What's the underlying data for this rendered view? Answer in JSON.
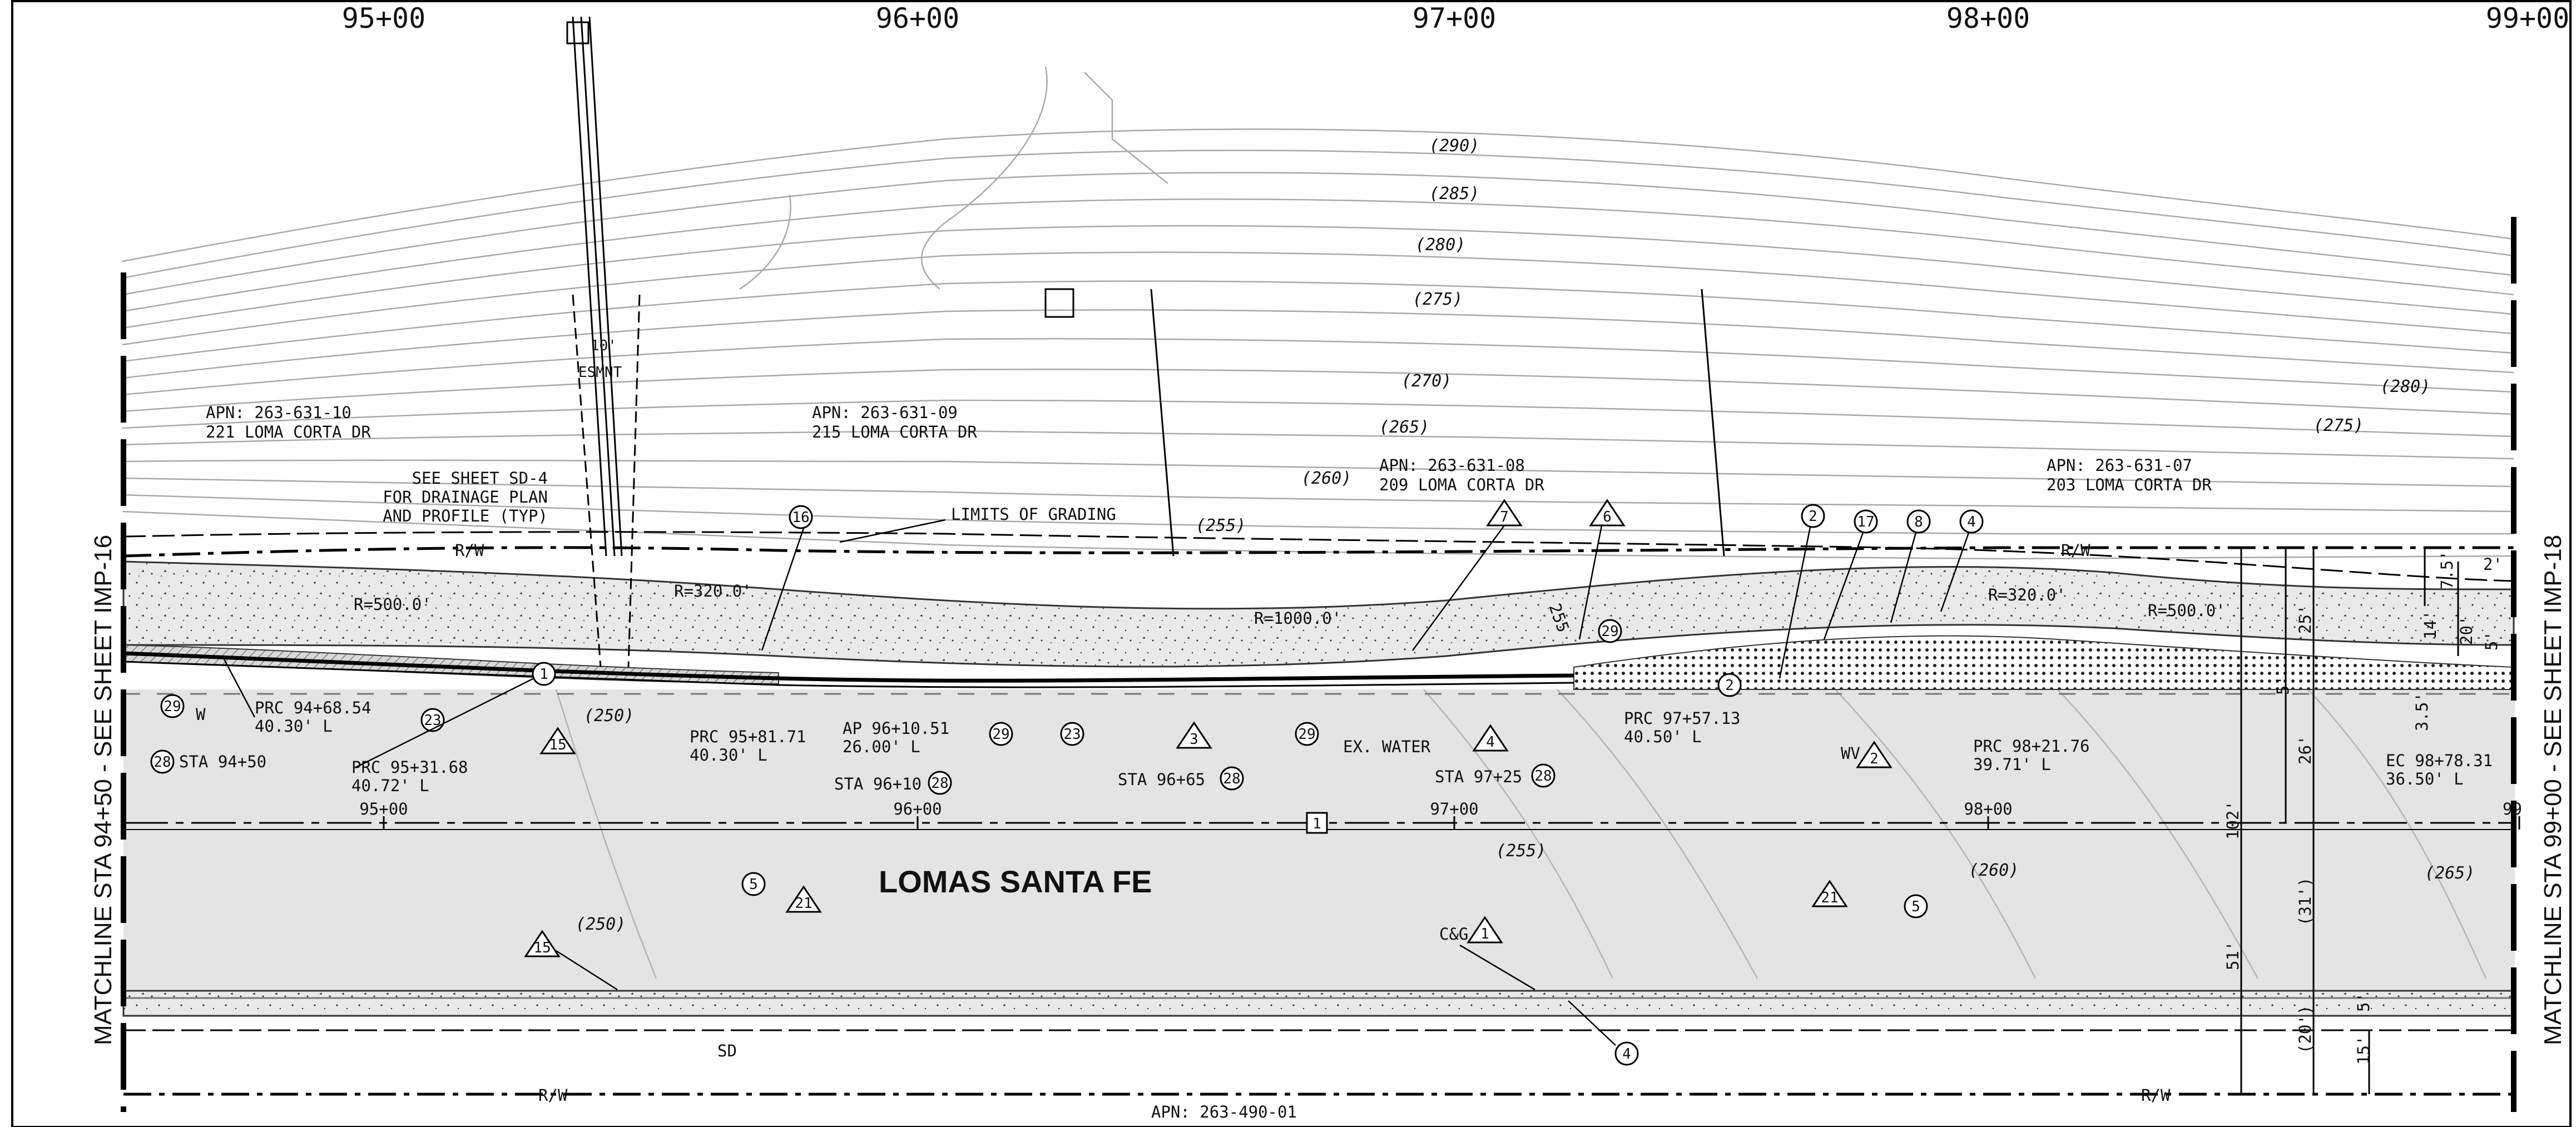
{
  "stations_top": [
    "95+00",
    "96+00",
    "97+00",
    "98+00",
    "99+00"
  ],
  "stations_cl": [
    "95+00",
    "96+00",
    "97+00",
    "98+00",
    "99"
  ],
  "street_name": "LOMAS SANTA FE",
  "matchline_left": "MATCHLINE STA 94+50 - SEE SHEET IMP-16",
  "matchline_right": "MATCHLINE STA 99+00 - SEE SHEET IMP-18",
  "parcels": [
    {
      "apn": "APN: 263-631-10",
      "address": "221 LOMA CORTA DR"
    },
    {
      "apn": "APN: 263-631-09",
      "address": "215 LOMA CORTA DR"
    },
    {
      "apn": "APN: 263-631-08",
      "address": "209 LOMA CORTA DR"
    },
    {
      "apn": "APN: 263-631-07",
      "address": "203 LOMA CORTA DR"
    }
  ],
  "apn_bottom": "APN: 263-490-01",
  "notes": {
    "see_sheet_1": "SEE SHEET SD-4",
    "see_sheet_2": "FOR DRAINAGE PLAN",
    "see_sheet_3": "AND PROFILE (TYP)",
    "limits": "LIMITS OF GRADING",
    "esmnt": "ESMNT",
    "ten": "10'",
    "ex_water": "EX. WATER",
    "cg": "C&G",
    "wv": "WV",
    "rw": "R/W",
    "w": "W",
    "sd": "SD"
  },
  "curve_labels": [
    {
      "a": "PRC 94+68.54",
      "b": "40.30' L"
    },
    {
      "a": "PRC 95+31.68",
      "b": "40.72' L"
    },
    {
      "a": "PRC 95+81.71",
      "b": "40.30' L"
    },
    {
      "a": "AP 96+10.51",
      "b": "26.00' L"
    },
    {
      "a": "PRC 97+57.13",
      "b": "40.50' L"
    },
    {
      "a": "PRC 98+21.76",
      "b": "39.71' L"
    },
    {
      "a": "EC 98+78.31",
      "b": "36.50' L"
    }
  ],
  "radii": [
    "R=500.0'",
    "R=320.0'",
    "R=1000.0'",
    "R=320.0'",
    "R=500.0'"
  ],
  "sta_callouts": [
    "STA 94+50",
    "STA 96+10",
    "STA 96+65",
    "STA 97+25"
  ],
  "contours": [
    "(290)",
    "(285)",
    "(280)",
    "(275)",
    "(270)",
    "(265)",
    "(260)",
    "(255)",
    "(280)",
    "(275)",
    "(250)",
    "(250)",
    "(255)",
    "(260)",
    "(265)"
  ],
  "dims": [
    "2'",
    "7.5'",
    "25'",
    "14'",
    "5'",
    "5'",
    "3.5'",
    "26'",
    "102'",
    "(31')",
    "51'",
    "(20')",
    "5'",
    "15'",
    "20'",
    "255"
  ],
  "circle_keys": [
    "29",
    "28",
    "1",
    "23",
    "16",
    "29",
    "23",
    "28",
    "29",
    "28",
    "28",
    "2",
    "17",
    "8",
    "4",
    "2",
    "29",
    "5",
    "4",
    "5"
  ],
  "triangle_keys": [
    "15",
    "3",
    "4",
    "7",
    "6",
    "2",
    "21",
    "15",
    "1",
    "21"
  ],
  "box_key": "1"
}
